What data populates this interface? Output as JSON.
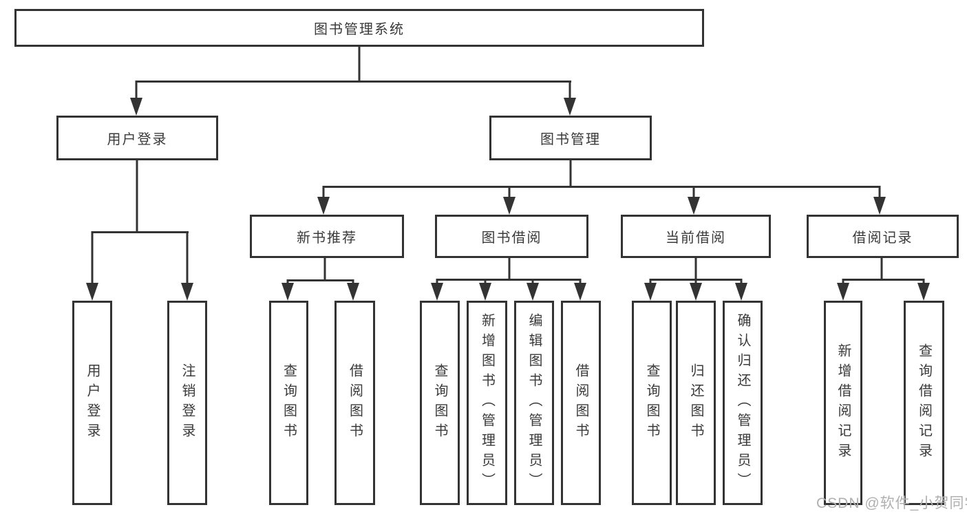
{
  "diagram": {
    "root": {
      "label": "图书管理系统"
    },
    "branches": [
      {
        "label": "用户登录",
        "children": [
          {
            "label": "用户登录"
          },
          {
            "label": "注销登录"
          }
        ]
      },
      {
        "label": "图书管理",
        "children": [
          {
            "label": "新书推荐",
            "children": [
              {
                "label": "查询图书"
              },
              {
                "label": "借阅图书"
              }
            ]
          },
          {
            "label": "图书借阅",
            "children": [
              {
                "label": "查询图书"
              },
              {
                "label": "新增图书（管理员）"
              },
              {
                "label": "编辑图书（管理员）"
              },
              {
                "label": "借阅图书"
              }
            ]
          },
          {
            "label": "当前借阅",
            "children": [
              {
                "label": "查询图书"
              },
              {
                "label": "归还图书"
              },
              {
                "label": "确认归还（管理员）"
              }
            ]
          },
          {
            "label": "借阅记录",
            "children": [
              {
                "label": "新增借阅记录"
              },
              {
                "label": "查询借阅记录"
              }
            ]
          }
        ]
      }
    ]
  },
  "watermark": {
    "text": "CSDN @软件_小贺同学"
  },
  "colors": {
    "line": "#333333",
    "text": "#3a3a3a",
    "watermark": "#b0b0b0",
    "background": "#ffffff"
  }
}
